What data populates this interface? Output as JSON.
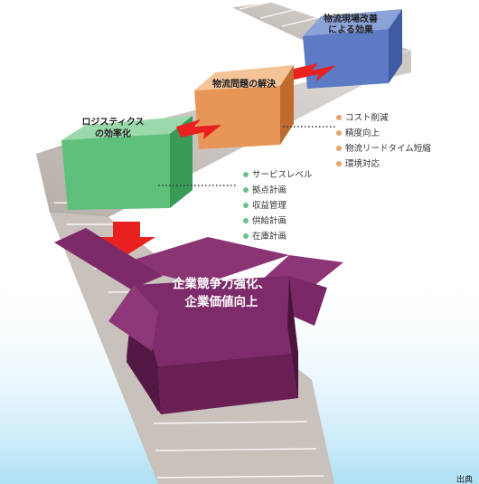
{
  "stages": [
    {
      "label_lines": [
        "ロジスティクス",
        "の効率化"
      ]
    },
    {
      "label_lines": [
        "物流問題の解決"
      ]
    },
    {
      "label_lines": [
        "物流現場改善",
        "による効果"
      ]
    }
  ],
  "final_box": {
    "label_lines": [
      "企業競争力強化、",
      "企業価値向上"
    ]
  },
  "logistics_points": [
    "サービスレベル",
    "拠点計画",
    "収益管理",
    "供給計画",
    "在庫計画"
  ],
  "problem_points": [
    "コスト削減",
    "精度向上",
    "物流リードタイム短縮",
    "環境対応"
  ],
  "source_note": "出典",
  "colors": {
    "green_bullet": "#6cc28a",
    "orange_bullet": "#e9a266",
    "arrow_red": "#e8201f",
    "final_box": "#6a1f55"
  }
}
